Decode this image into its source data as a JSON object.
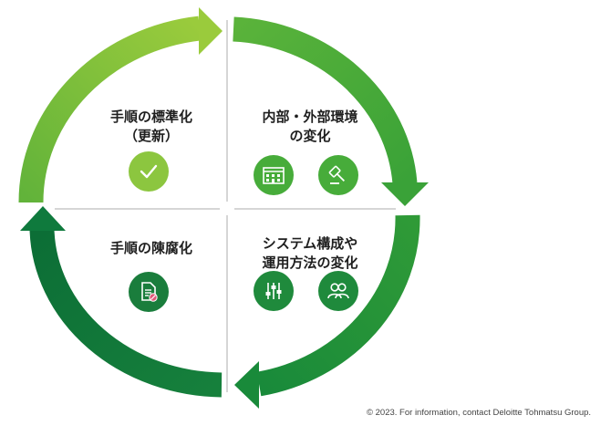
{
  "quadrants": {
    "top_left": {
      "line1": "手順の標準化",
      "line2": "（更新）",
      "icons": [
        "checkmark-icon"
      ]
    },
    "top_right": {
      "line1": "内部・外部環境",
      "line2": "の変化",
      "icons": [
        "building-icon",
        "gavel-icon"
      ]
    },
    "bottom_left": {
      "line1": "手順の陳腐化",
      "icons": [
        "outdated-document-icon"
      ]
    },
    "bottom_right": {
      "line1": "システム構成や",
      "line2": "運用方法の変化",
      "icons": [
        "sliders-icon",
        "people-icon"
      ]
    }
  },
  "colors": {
    "light_green": "#8cc63f",
    "mid_green": "#62b33a",
    "green": "#3ea635",
    "dark_green": "#0f7a3d",
    "divider": "#c8c8c8"
  },
  "footer": {
    "copyright": "© 2023. For information, contact Deloitte Tohmatsu Group."
  }
}
